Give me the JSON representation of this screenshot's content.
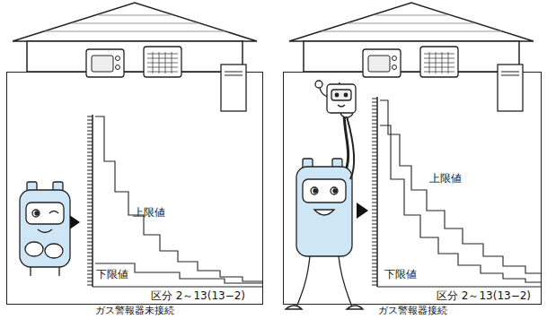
{
  "diagram": {
    "nodes": [
      {
        "text": [
          "ガス警報器未接続"
        ]
      },
      {
        "text": [
          "ガス警報器接続"
        ]
      }
    ],
    "labels": [
      "上限値",
      "下限値",
      "区分 2～13(13−2)",
      "上限値",
      "下限値",
      "区分 2～13(13−2)"
    ]
  }
}
